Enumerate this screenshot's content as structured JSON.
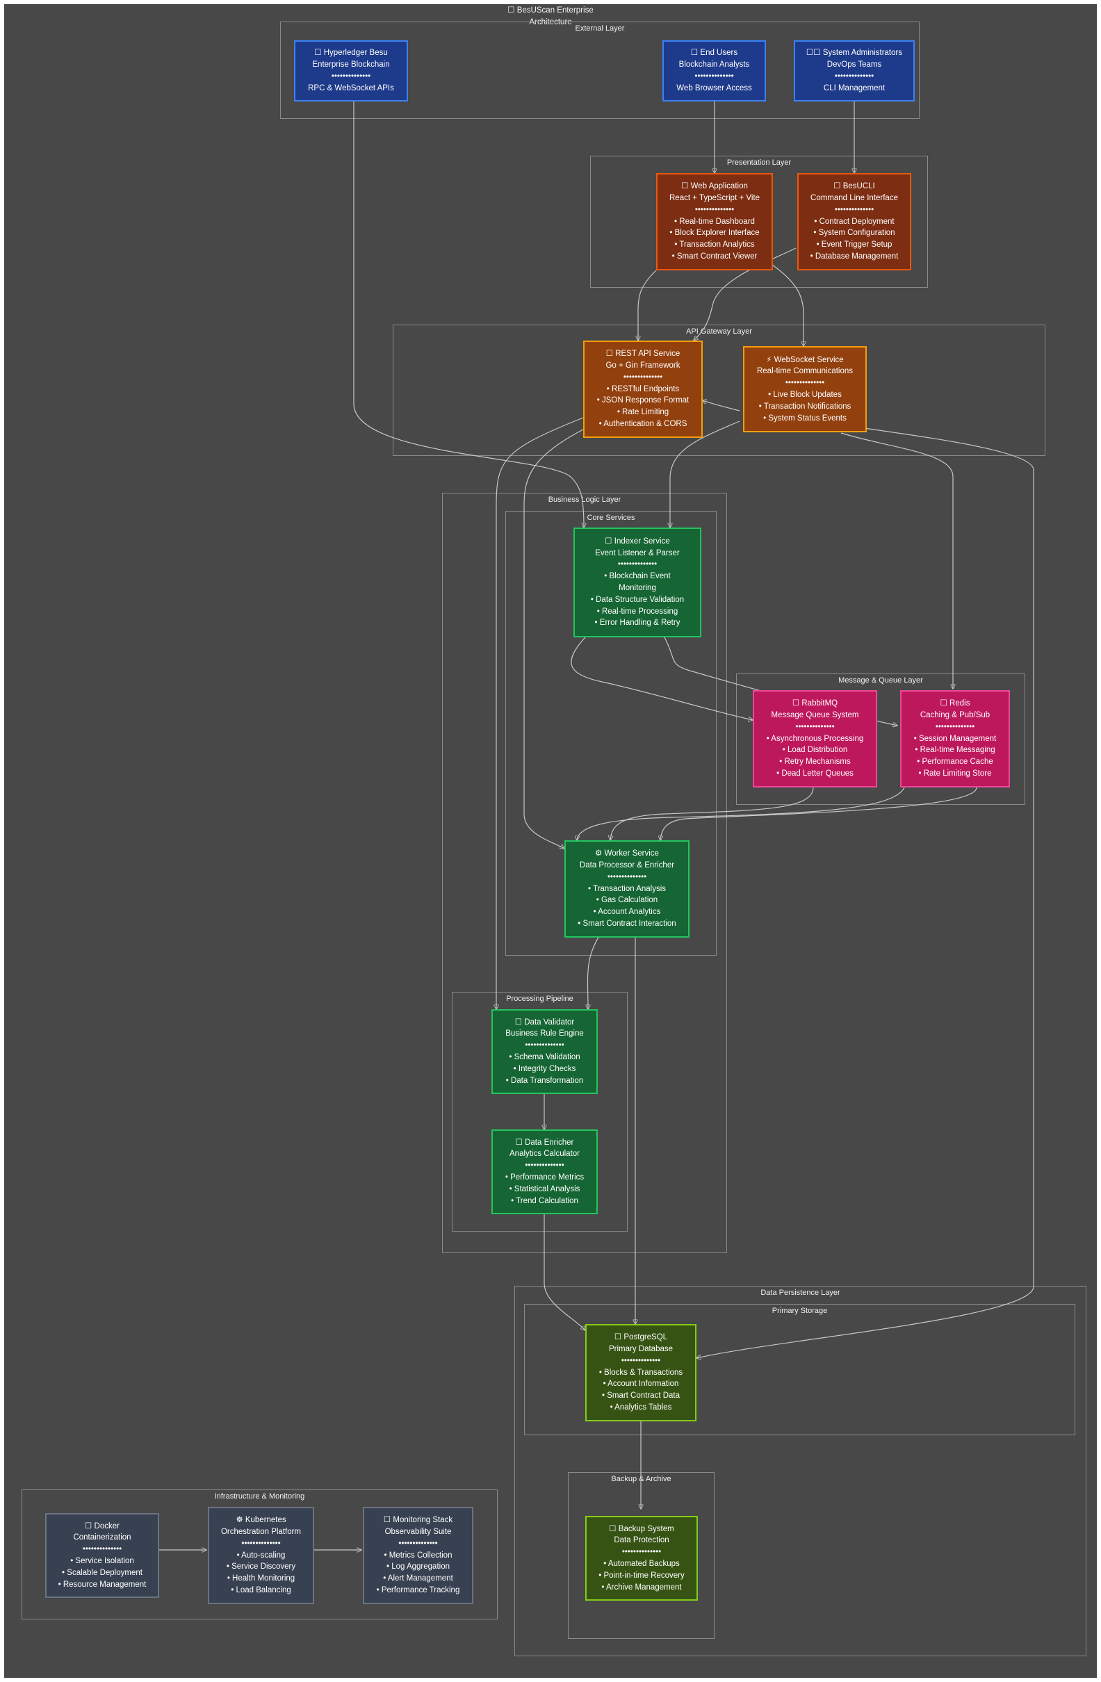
{
  "diagram": {
    "title_lines": [
      "☐ BesUScan Enterprise",
      "Architecture"
    ],
    "groups": {
      "external": "External Layer",
      "presentation": "Presentation Layer",
      "gateway": "API Gateway Layer",
      "business": "Business Logic Layer",
      "core": "Core Services",
      "mq": "Message & Queue Layer",
      "pipeline": "Processing Pipeline",
      "persistence": "Data Persistence Layer",
      "primary": "Primary Storage",
      "backup": "Backup & Archive",
      "infra": "Infrastructure & Monitoring"
    },
    "nodes": {
      "besu": [
        "☐ Hyperledger Besu",
        "Enterprise Blockchain",
        "••••••••••••••",
        "RPC & WebSocket APIs"
      ],
      "users": [
        "☐ End Users",
        "Blockchain Analysts",
        "••••••••••••••",
        "Web Browser Access"
      ],
      "admins": [
        "☐☐ System Administrators",
        "DevOps Teams",
        "••••••••••••••",
        "CLI Management"
      ],
      "webapp": [
        "☐ Web Application",
        "React + TypeScript + Vite",
        "••••••••••••••",
        "• Real-time Dashboard",
        "• Block Explorer Interface",
        "• Transaction Analytics",
        "• Smart Contract Viewer"
      ],
      "cli": [
        "☐ BesUCLI",
        "Command Line Interface",
        "••••••••••••••",
        "• Contract Deployment",
        "• System Configuration",
        "• Event Trigger Setup",
        "• Database Management"
      ],
      "rest": [
        "☐ REST API Service",
        "Go + Gin Framework",
        "••••••••••••••",
        "• RESTful Endpoints",
        "• JSON Response Format",
        "• Rate Limiting",
        "• Authentication & CORS"
      ],
      "ws": [
        "⚡ WebSocket Service",
        "Real-time Communications",
        "••••••••••••••",
        "• Live Block Updates",
        "• Transaction Notifications",
        "• System Status Events"
      ],
      "indexer": [
        "☐ Indexer Service",
        "Event Listener & Parser",
        "••••••••••••••",
        "• Blockchain Event",
        "Monitoring",
        "• Data Structure Validation",
        "• Real-time Processing",
        "• Error Handling & Retry"
      ],
      "rabbit": [
        "☐ RabbitMQ",
        "Message Queue System",
        "••••••••••••••",
        "• Asynchronous Processing",
        "• Load Distribution",
        "• Retry Mechanisms",
        "• Dead Letter Queues"
      ],
      "redis": [
        "☐ Redis",
        "Caching & Pub/Sub",
        "••••••••••••••",
        "• Session Management",
        "• Real-time Messaging",
        "• Performance Cache",
        "• Rate Limiting Store"
      ],
      "worker": [
        "⚙ Worker Service",
        "Data Processor & Enricher",
        "••••••••••••••",
        "• Transaction Analysis",
        "• Gas Calculation",
        "• Account Analytics",
        "• Smart Contract Interaction"
      ],
      "validator": [
        "☐ Data Validator",
        "Business Rule Engine",
        "••••••••••••••",
        "• Schema Validation",
        "• Integrity Checks",
        "• Data Transformation"
      ],
      "enricher": [
        "☐ Data Enricher",
        "Analytics Calculator",
        "••••••••••••••",
        "• Performance Metrics",
        "• Statistical Analysis",
        "• Trend Calculation"
      ],
      "postgres": [
        "☐ PostgreSQL",
        "Primary Database",
        "••••••••••••••",
        "• Blocks & Transactions",
        "• Account Information",
        "• Smart Contract Data",
        "• Analytics Tables"
      ],
      "backup": [
        "☐ Backup System",
        "Data Protection",
        "••••••••••••••",
        "• Automated Backups",
        "• Point-in-time Recovery",
        "• Archive Management"
      ],
      "docker": [
        "☐ Docker",
        "Containerization",
        "••••••••••••••",
        "• Service Isolation",
        "• Scalable Deployment",
        "• Resource Management"
      ],
      "k8s": [
        "☸ Kubernetes",
        "Orchestration Platform",
        "••••••••••••••",
        "• Auto-scaling",
        "• Service Discovery",
        "• Health Monitoring",
        "• Load Balancing"
      ],
      "monitor": [
        "☐ Monitoring Stack",
        "Observability Suite",
        "••••••••••••••",
        "• Metrics Collection",
        "• Log Aggregation",
        "• Alert Management",
        "• Performance Tracking"
      ]
    },
    "colors": {
      "external": "#1e3a8a",
      "presentation": "#7c2d12",
      "gateway": "#92400e",
      "business": "#166534",
      "queue": "#be185d",
      "storage": "#365314",
      "infra": "#374151",
      "background": "#474847"
    }
  }
}
